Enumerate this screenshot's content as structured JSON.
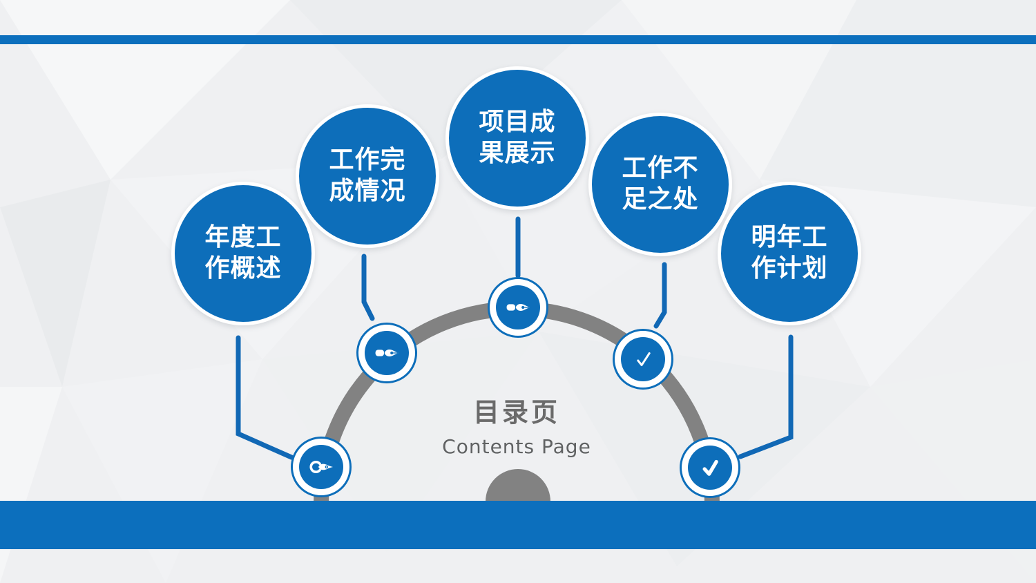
{
  "slide": {
    "title": "目录页",
    "subtitle": "Contents Page"
  },
  "topics": [
    {
      "title": "年度工作概述",
      "lines": [
        "年度工",
        "作概述"
      ],
      "icon": "pen-ring-icon"
    },
    {
      "title": "工作完成情况",
      "lines": [
        "工作完",
        "成情况"
      ],
      "icon": "pen-nib-icon"
    },
    {
      "title": "项目成果展示",
      "lines": [
        "项目成",
        "果展示"
      ],
      "icon": "pen-nib-icon"
    },
    {
      "title": "工作不足之处",
      "lines": [
        "工作不",
        "足之处"
      ],
      "icon": "check-icon"
    },
    {
      "title": "明年工作计划",
      "lines": [
        "作计划",
        "明年工"
      ],
      "icon": "check-bold-icon"
    }
  ],
  "colors": {
    "accent_blue": "#0d6eba",
    "bar_blue": "#0c6fbd",
    "connector_blue": "#1168b5",
    "arc_gray": "#828282",
    "title_gray": "#6a6a6a",
    "background": "#eff0f2"
  }
}
